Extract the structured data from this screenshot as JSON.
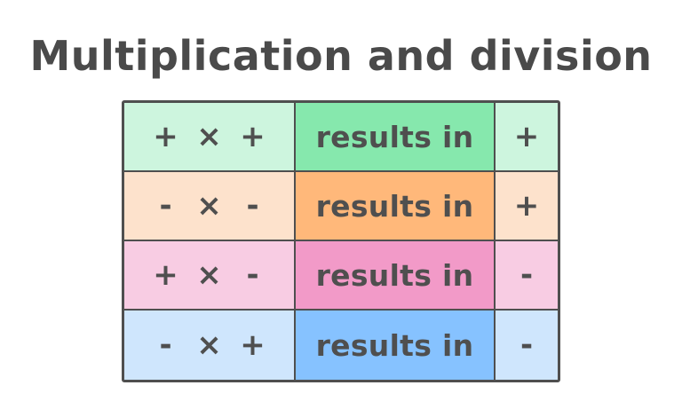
{
  "title": "Multiplication and division",
  "rows": [
    {
      "left": "+",
      "op": "×",
      "right": "+",
      "result_label": "results in",
      "result": "+",
      "light_color": "#cdf5de",
      "strong_color": "#86e8ad"
    },
    {
      "left": "-",
      "op": "×",
      "right": "-",
      "result_label": "results in",
      "result": "+",
      "light_color": "#fde2cc",
      "strong_color": "#ffb87a"
    },
    {
      "left": "+",
      "op": "×",
      "right": "-",
      "result_label": "results in",
      "result": "-",
      "light_color": "#f8cce3",
      "strong_color": "#f29ac8"
    },
    {
      "left": "-",
      "op": "×",
      "right": "+",
      "result_label": "results in",
      "result": "-",
      "light_color": "#cfe6fd",
      "strong_color": "#86c2ff"
    }
  ]
}
